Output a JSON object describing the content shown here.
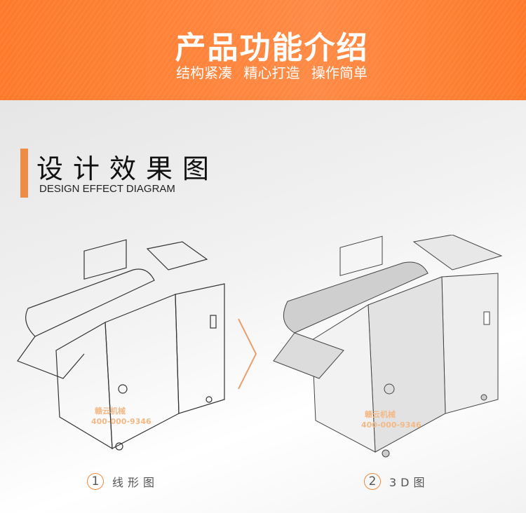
{
  "banner": {
    "title": "产品功能介绍",
    "subtitle": "结构紧凑 精心打造 操作简单",
    "color": "#fd7a2a"
  },
  "section": {
    "title": "设计效果图",
    "subtitle": "DESIGN EFFECT DIAGRAM",
    "accent": "#ee8b47"
  },
  "figures": [
    {
      "number": "1",
      "caption": "线形图",
      "style": "line-drawing"
    },
    {
      "number": "2",
      "caption": "3D图",
      "style": "3d-render"
    }
  ],
  "watermark": {
    "brand": "赣云机械",
    "phone": "400-000-9346"
  },
  "separator_icon": "chevron-right-icon"
}
